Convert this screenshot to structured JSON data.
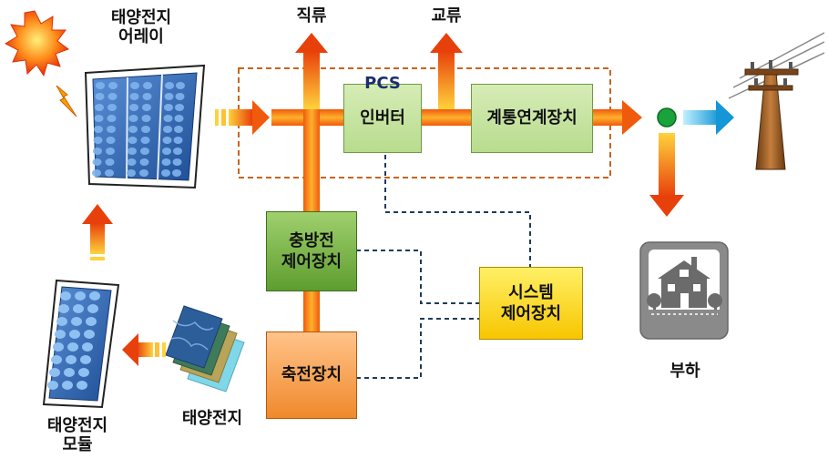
{
  "labels": {
    "pv_array": "태양전지\n어레이",
    "dc": "직류",
    "ac": "교류",
    "pcs": "PCS",
    "pv_module": "태양전지\n모듈",
    "pv_cell": "태양전지",
    "load": "부하"
  },
  "boxes": {
    "inverter": "인버터",
    "grid_connection": "계통연계장치",
    "charge_control": "충방전\n제어장치",
    "system_control": "시스템\n제어장치",
    "storage": "축전장치"
  },
  "colors": {
    "pcs_border": "#c8641e",
    "flow_orange": "#f26a0f",
    "flow_yellow": "#ffd23c",
    "control_line": "#1f3a5a",
    "grid_output": "#2fb3e6",
    "node_green": "#1aa33a"
  }
}
